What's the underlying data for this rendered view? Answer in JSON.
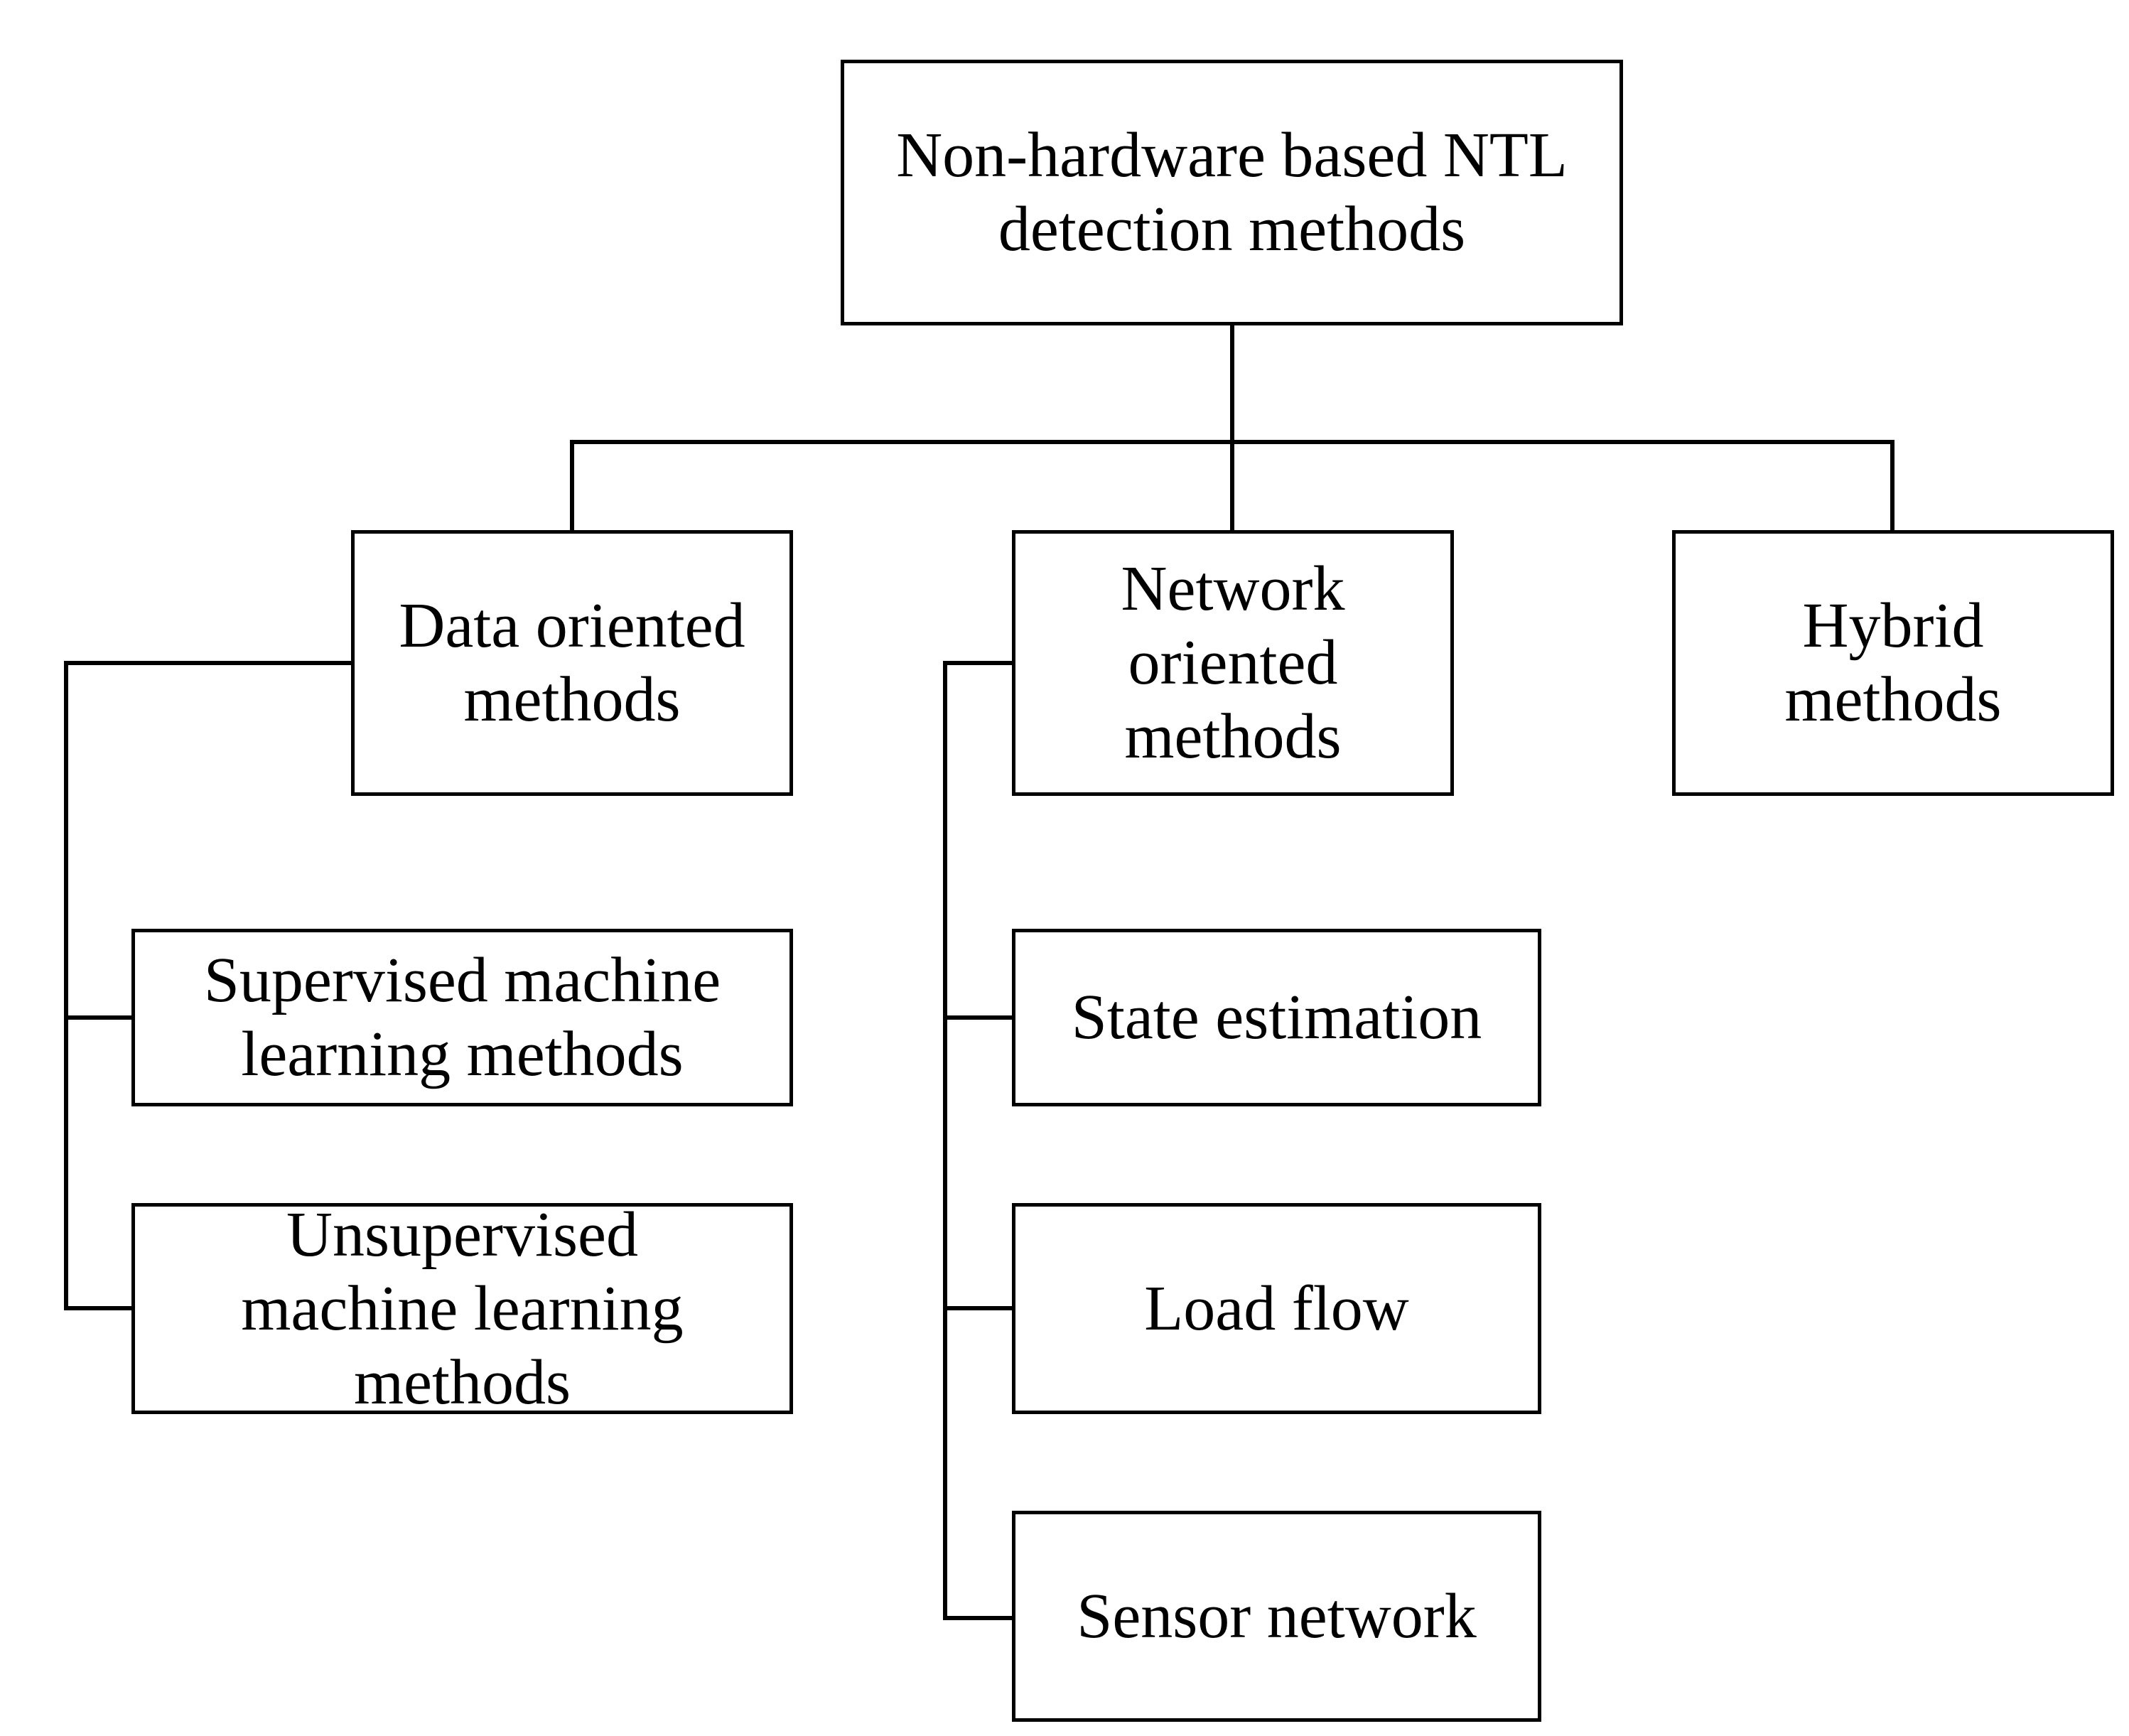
{
  "diagram": {
    "root": "Non-hardware based NTL\ndetection methods",
    "categories": {
      "data_oriented": "Data oriented\nmethods",
      "network_oriented": "Network\noriented\nmethods",
      "hybrid": "Hybrid\nmethods"
    },
    "data_oriented_children": {
      "supervised": "Supervised machine\nlearning methods",
      "unsupervised": "Unsupervised\nmachine learning\nmethods"
    },
    "network_oriented_children": {
      "state_estimation": "State estimation",
      "load_flow": "Load flow",
      "sensor_network": "Sensor network"
    },
    "colors": {
      "stroke": "#000000",
      "background": "#ffffff"
    }
  }
}
